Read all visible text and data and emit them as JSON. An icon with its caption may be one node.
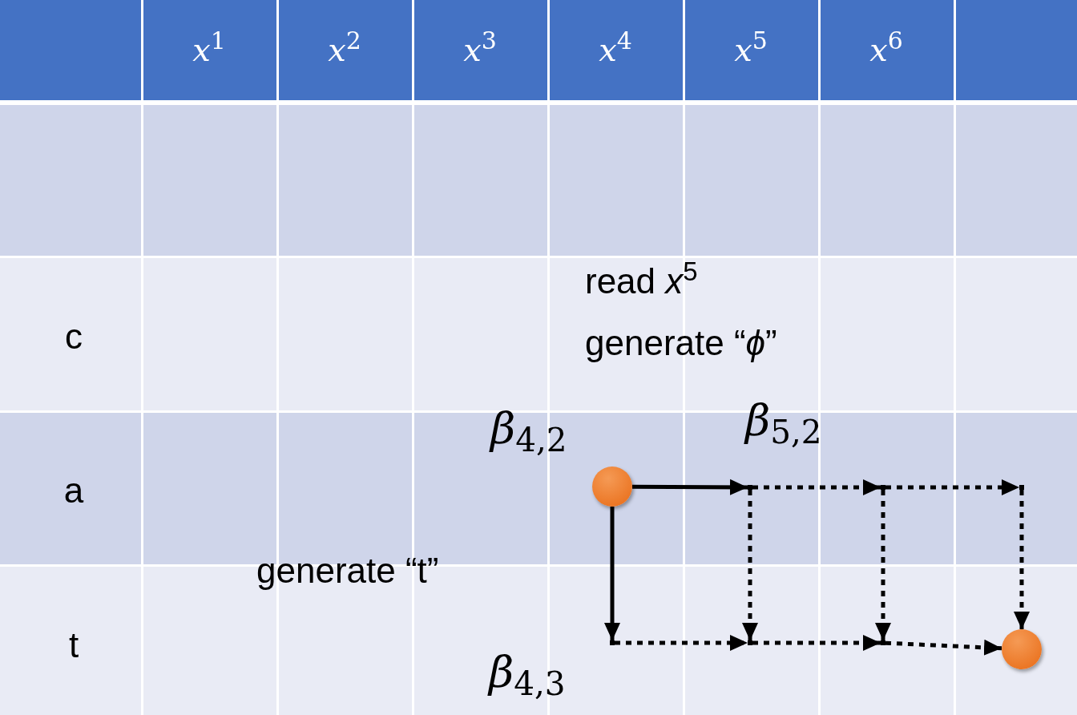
{
  "diagram": {
    "nodes": [
      {
        "text": [],
        "shape": "circle",
        "beside": [
          "*β*$_{4,2}$"
        ]
      },
      {
        "text": [],
        "shape": "point",
        "beside": [
          "*β*$_{5,2}$"
        ]
      },
      {
        "text": [],
        "shape": "point"
      },
      {
        "text": [],
        "shape": "point"
      },
      {
        "text": [],
        "shape": "point",
        "beside": [
          "*β*$_{4,3}$"
        ]
      },
      {
        "text": [],
        "shape": "point"
      },
      {
        "text": [],
        "shape": "point"
      },
      {
        "text": [],
        "shape": "circle"
      }
    ],
    "edges": [
      {
        "from": 0,
        "to": 1,
        "arrow": "to"
      },
      {
        "from": 0,
        "to": 4,
        "arrow": "to"
      },
      {
        "from": 1,
        "to": 2,
        "arrow": "to",
        "style": "dashed"
      },
      {
        "from": 2,
        "to": 3,
        "arrow": "to",
        "style": "dashed"
      },
      {
        "from": 1,
        "to": 5,
        "arrow": "to",
        "style": "dashed"
      },
      {
        "from": 2,
        "to": 6,
        "arrow": "to",
        "style": "dashed"
      },
      {
        "from": 3,
        "to": 7,
        "arrow": "to",
        "style": "dashed"
      },
      {
        "from": 4,
        "to": 5,
        "arrow": "to",
        "style": "dashed"
      },
      {
        "from": 5,
        "to": 6,
        "arrow": "to",
        "style": "dashed"
      },
      {
        "from": 6,
        "to": 7,
        "arrow": "to",
        "style": "dashed"
      }
    ],
    "labels": [
      "*x*$^{1}$",
      "*x*$^{2}$",
      "*x*$^{3}$",
      "*x*$^{4}$",
      "*x*$^{5}$",
      "*x*$^{6}$",
      "read *x*$^{5}$",
      "c",
      "generate “*ϕ*”",
      "a",
      "generate “t”",
      "t"
    ]
  }
}
